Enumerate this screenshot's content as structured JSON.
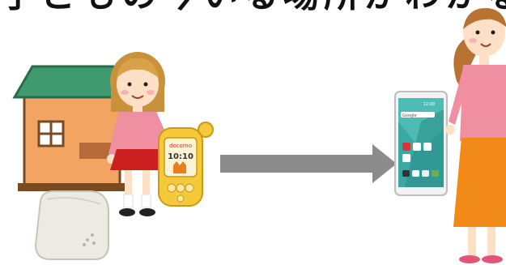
{
  "header": {
    "partial_heading": "子どもの今いる場所がわかる"
  },
  "device": {
    "kids_phone_clock": "10:10",
    "kids_phone_brand": "docomo",
    "smartphone_search_label": "Google",
    "smartphone_clock": "12:00"
  },
  "colors": {
    "house_roof": "#3f9a70",
    "house_wall": "#f2a462",
    "arrow": "#8c8c8c",
    "kids_phone": "#f6c93a",
    "smartphone_screen": "#3aa9a3",
    "mother_skirt": "#f28a1a",
    "child_skirt": "#cc1f1f"
  },
  "icons": [
    "house-icon",
    "gps-tag-icon",
    "kids-phone-icon",
    "smartphone-icon",
    "arrow-right-icon"
  ]
}
